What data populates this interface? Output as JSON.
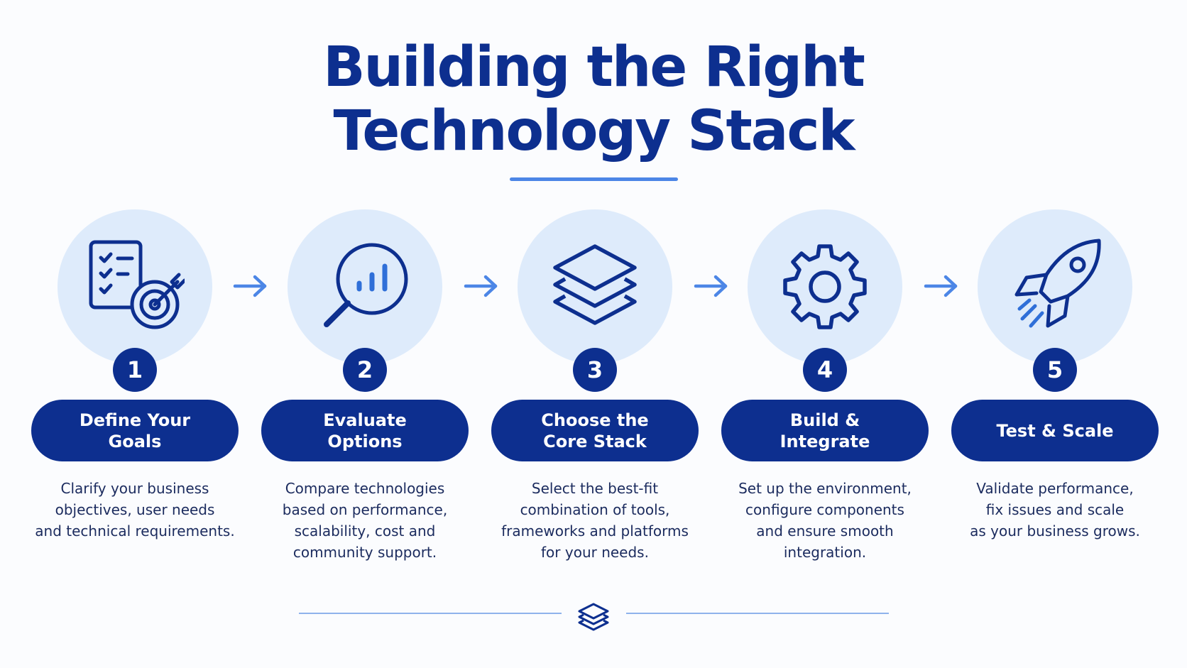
{
  "title": {
    "line1": "Building the Right",
    "line2": "Technology Stack"
  },
  "colors": {
    "navy": "#0d2f8f",
    "accent_blue": "#4c86e6",
    "circle_bg": "#deebfb"
  },
  "steps": [
    {
      "number": "1",
      "icon": "checklist-target-icon",
      "title": [
        "Define Your",
        "Goals"
      ],
      "description": [
        "Clarify your business",
        "objectives, user needs",
        "and technical requirements."
      ]
    },
    {
      "number": "2",
      "icon": "magnifier-chart-icon",
      "title": [
        "Evaluate",
        "Options"
      ],
      "description": [
        "Compare technologies",
        "based on performance,",
        "scalability, cost and",
        "community support."
      ]
    },
    {
      "number": "3",
      "icon": "stacked-layers-icon",
      "title": [
        "Choose the",
        "Core Stack"
      ],
      "description": [
        "Select the best-fit",
        "combination of tools,",
        "frameworks and platforms",
        "for your needs."
      ]
    },
    {
      "number": "4",
      "icon": "gear-icon",
      "title": [
        "Build & Integrate"
      ],
      "description": [
        "Set up the environment,",
        "configure components",
        "and ensure smooth",
        "integration."
      ]
    },
    {
      "number": "5",
      "icon": "rocket-icon",
      "title": [
        "Test & Scale"
      ],
      "description": [
        "Validate performance,",
        "fix issues and scale",
        "as your business grows."
      ]
    }
  ],
  "connectors": [
    "arrow-right-icon",
    "arrow-right-icon",
    "arrow-right-icon",
    "arrow-right-icon"
  ],
  "footer": {
    "icon": "stacked-layers-icon"
  }
}
